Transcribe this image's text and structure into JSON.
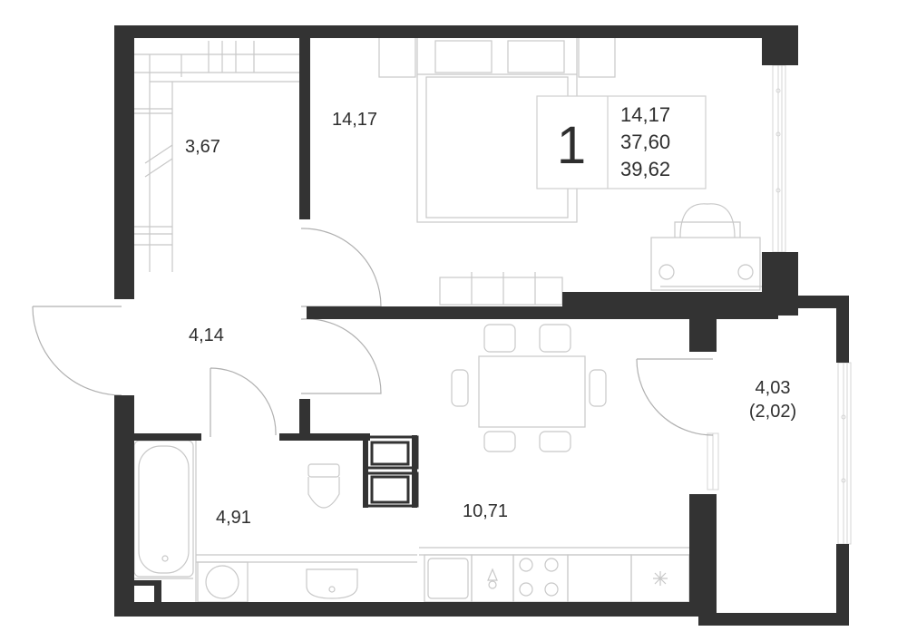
{
  "plan": {
    "rooms_count": "1",
    "summary": {
      "living": "14,17",
      "total": "37,60",
      "total_with_balcony": "39,62"
    },
    "rooms": [
      {
        "id": "bedroom",
        "area": "14,17"
      },
      {
        "id": "wardrobe",
        "area": "3,67"
      },
      {
        "id": "hall",
        "area": "4,14"
      },
      {
        "id": "bathroom",
        "area": "4,91"
      },
      {
        "id": "kitchen",
        "area": "10,71"
      },
      {
        "id": "balcony",
        "area": "4,03",
        "reduced_area": "(2,02)"
      }
    ],
    "colors": {
      "wall": "#333333",
      "furniture": "#c8c8c8",
      "text": "#2e2e2e"
    }
  }
}
